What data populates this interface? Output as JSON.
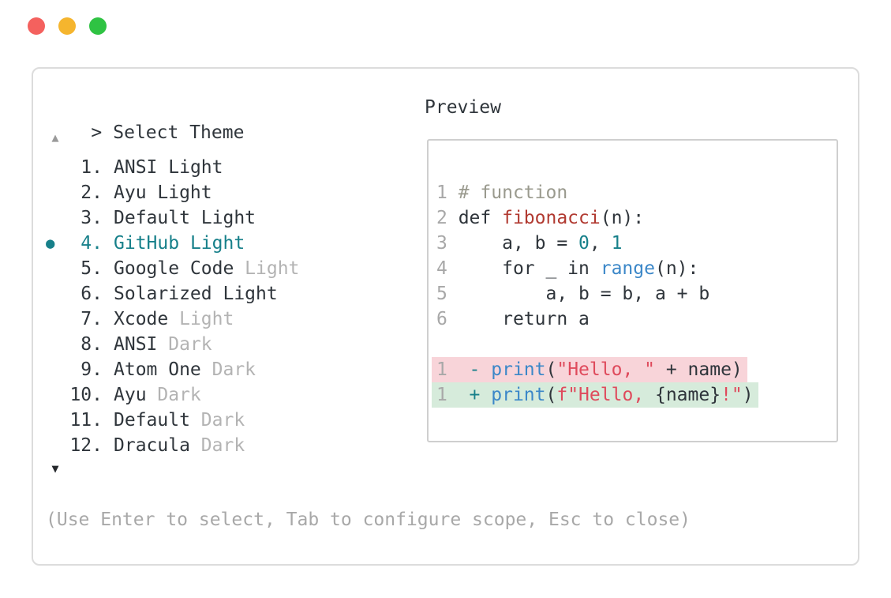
{
  "window": {
    "controls": [
      {
        "name": "close",
        "color": "#f4615e"
      },
      {
        "name": "minimize",
        "color": "#f5b52e"
      },
      {
        "name": "zoom",
        "color": "#2fc343"
      }
    ]
  },
  "colors": {
    "ink": "#2f353b",
    "gray": "#a8a8a8",
    "muted": "#b3b3b3",
    "teal": "#17808a",
    "blue": "#3b87c8",
    "brick": "#b13a31",
    "crimson": "#df4a5c",
    "comment": "#9a9a8e",
    "removed-bg": "#f8d4d9",
    "added-bg": "#d6ebdb",
    "panel-border": "#dcdcdc",
    "box-border": "#cfcfcf"
  },
  "header": {
    "prompt": ">",
    "title": "Select Theme"
  },
  "theme_list": {
    "up_arrow": "▲",
    "down_arrow": "▼",
    "selected_bullet": "●",
    "items": [
      {
        "number": "1.",
        "name": "ANSI",
        "variant": "Light",
        "variant_muted": false,
        "selected": false
      },
      {
        "number": "2.",
        "name": "Ayu",
        "variant": "Light",
        "variant_muted": false,
        "selected": false
      },
      {
        "number": "3.",
        "name": "Default",
        "variant": "Light",
        "variant_muted": false,
        "selected": false
      },
      {
        "number": "4.",
        "name": "GitHub",
        "variant": "Light",
        "variant_muted": false,
        "selected": true
      },
      {
        "number": "5.",
        "name": "Google Code",
        "variant": "Light",
        "variant_muted": true,
        "selected": false
      },
      {
        "number": "6.",
        "name": "Solarized",
        "variant": "Light",
        "variant_muted": false,
        "selected": false
      },
      {
        "number": "7.",
        "name": "Xcode",
        "variant": "Light",
        "variant_muted": true,
        "selected": false
      },
      {
        "number": "8.",
        "name": "ANSI",
        "variant": "Dark",
        "variant_muted": true,
        "selected": false
      },
      {
        "number": "9.",
        "name": "Atom One",
        "variant": "Dark",
        "variant_muted": true,
        "selected": false
      },
      {
        "number": "10.",
        "name": "Ayu",
        "variant": "Dark",
        "variant_muted": true,
        "selected": false
      },
      {
        "number": "11.",
        "name": "Default",
        "variant": "Dark",
        "variant_muted": true,
        "selected": false
      },
      {
        "number": "12.",
        "name": "Dracula",
        "variant": "Dark",
        "variant_muted": true,
        "selected": false
      }
    ]
  },
  "preview": {
    "label": "Preview",
    "code_lines": [
      {
        "num": "1",
        "segments": [
          {
            "t": "# function",
            "c": "comment"
          }
        ]
      },
      {
        "num": "2",
        "segments": [
          {
            "t": "def ",
            "c": "plain"
          },
          {
            "t": "fibonacci",
            "c": "function"
          },
          {
            "t": "(n):",
            "c": "plain"
          }
        ]
      },
      {
        "num": "3",
        "segments": [
          {
            "t": "    a, b = ",
            "c": "plain"
          },
          {
            "t": "0",
            "c": "numeric"
          },
          {
            "t": ", ",
            "c": "plain"
          },
          {
            "t": "1",
            "c": "numeric"
          }
        ]
      },
      {
        "num": "4",
        "segments": [
          {
            "t": "    for _ in ",
            "c": "plain"
          },
          {
            "t": "range",
            "c": "builtin"
          },
          {
            "t": "(n):",
            "c": "plain"
          }
        ]
      },
      {
        "num": "5",
        "segments": [
          {
            "t": "        a, b = b, a + b",
            "c": "plain"
          }
        ]
      },
      {
        "num": "6",
        "segments": [
          {
            "t": "    return a",
            "c": "plain"
          }
        ]
      },
      {
        "num": "",
        "segments": []
      },
      {
        "num": "1",
        "diff": "removed",
        "segments": [
          {
            "t": " - ",
            "c": "diffsign"
          },
          {
            "t": "print",
            "c": "builtin"
          },
          {
            "t": "(",
            "c": "plain"
          },
          {
            "t": "\"Hello, \"",
            "c": "string"
          },
          {
            "t": " + name)",
            "c": "plain"
          }
        ]
      },
      {
        "num": "1",
        "diff": "added",
        "segments": [
          {
            "t": " + ",
            "c": "diffsign"
          },
          {
            "t": "print",
            "c": "builtin"
          },
          {
            "t": "(",
            "c": "plain"
          },
          {
            "t": "f\"Hello, ",
            "c": "string"
          },
          {
            "t": "{name}",
            "c": "plain"
          },
          {
            "t": "!\"",
            "c": "string"
          },
          {
            "t": ")",
            "c": "plain"
          }
        ]
      }
    ]
  },
  "footer": {
    "hint": "(Use Enter to select, Tab to configure scope, Esc to close)"
  }
}
